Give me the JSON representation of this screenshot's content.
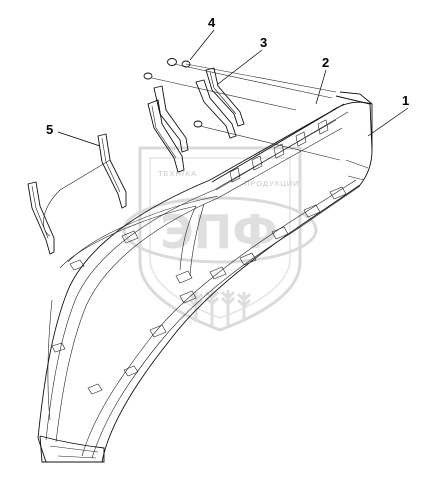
{
  "diagram": {
    "callouts": [
      {
        "id": "callout-1",
        "label": "1"
      },
      {
        "id": "callout-2",
        "label": "2"
      },
      {
        "id": "callout-3",
        "label": "3"
      },
      {
        "id": "callout-4",
        "label": "4"
      },
      {
        "id": "callout-5",
        "label": "5"
      }
    ]
  },
  "watermark": {
    "top_text": "TEXHIKA",
    "top_text_right": "ПРОДУКЦИИ",
    "logo_text": "ЭПФ",
    "color": "#bdbdbd"
  },
  "colors": {
    "line": "#111111",
    "background": "#ffffff"
  }
}
